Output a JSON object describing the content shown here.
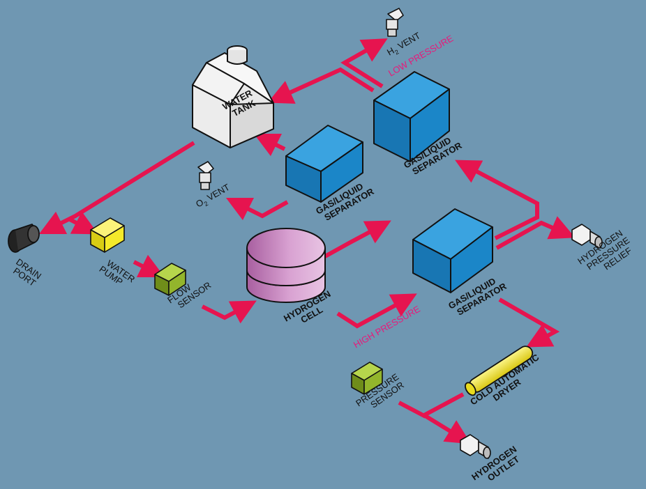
{
  "colors": {
    "background": "#6f97b2",
    "pipe": "#e6144f",
    "pressure_text": "#e8197a",
    "separator_blue": "#1b86c8",
    "tank_white": "#f2f2f2",
    "pump_yellow": "#f5ea2a",
    "sensor_green": "#93b52c",
    "cell_pink": "#cf8fc7",
    "dryer_yellow": "#f0e21c"
  },
  "components": {
    "water_tank": {
      "line1": "WATER",
      "line2": "TANK"
    },
    "separator_top": {
      "line1": "GAS/LIQUID",
      "line2": "SEPARATOR"
    },
    "separator_mid": {
      "line1": "GAS/LIQUID",
      "line2": "SEPARATOR"
    },
    "separator_bottom": {
      "line1": "GAS/LIQUID",
      "line2": "SEPARATOR"
    },
    "hydrogen_cell": {
      "line1": "HYDROGEN",
      "line2": "CELL"
    },
    "water_pump": {
      "line1": "WATER",
      "line2": "PUMP"
    },
    "flow_sensor": {
      "line1": "FLOW",
      "line2": "SENSOR"
    },
    "drain_port": {
      "line1": "DRAIN",
      "line2": "PORT"
    },
    "o2_vent": {
      "prefix": "O",
      "sub": "2",
      "suffix": " VENT"
    },
    "h2_vent": {
      "prefix": "H",
      "sub": "2",
      "suffix": " VENT"
    },
    "hydrogen_pressure_relief": {
      "line1": "HYDROGEN",
      "line2": "PRESSURE",
      "line3": "RELIEF"
    },
    "pressure_sensor": {
      "line1": "PRESSURE",
      "line2": "SENSOR"
    },
    "cold_automatic_dryer": {
      "line1": "COLD AUTOMATIC",
      "line2": "DRYER"
    },
    "hydrogen_outlet": {
      "line1": "HYDROGEN",
      "line2": "OUTLET"
    }
  },
  "pressure_labels": {
    "low": "LOW PRESSURE",
    "high": "HIGH PRESSURE"
  },
  "icons": [
    "water-tank-icon",
    "gas-liquid-separator-icon",
    "hydrogen-cell-icon",
    "water-pump-icon",
    "flow-sensor-icon",
    "pressure-sensor-icon",
    "vent-fitting-icon",
    "drain-port-icon",
    "relief-valve-icon",
    "outlet-fitting-icon",
    "dryer-icon"
  ]
}
